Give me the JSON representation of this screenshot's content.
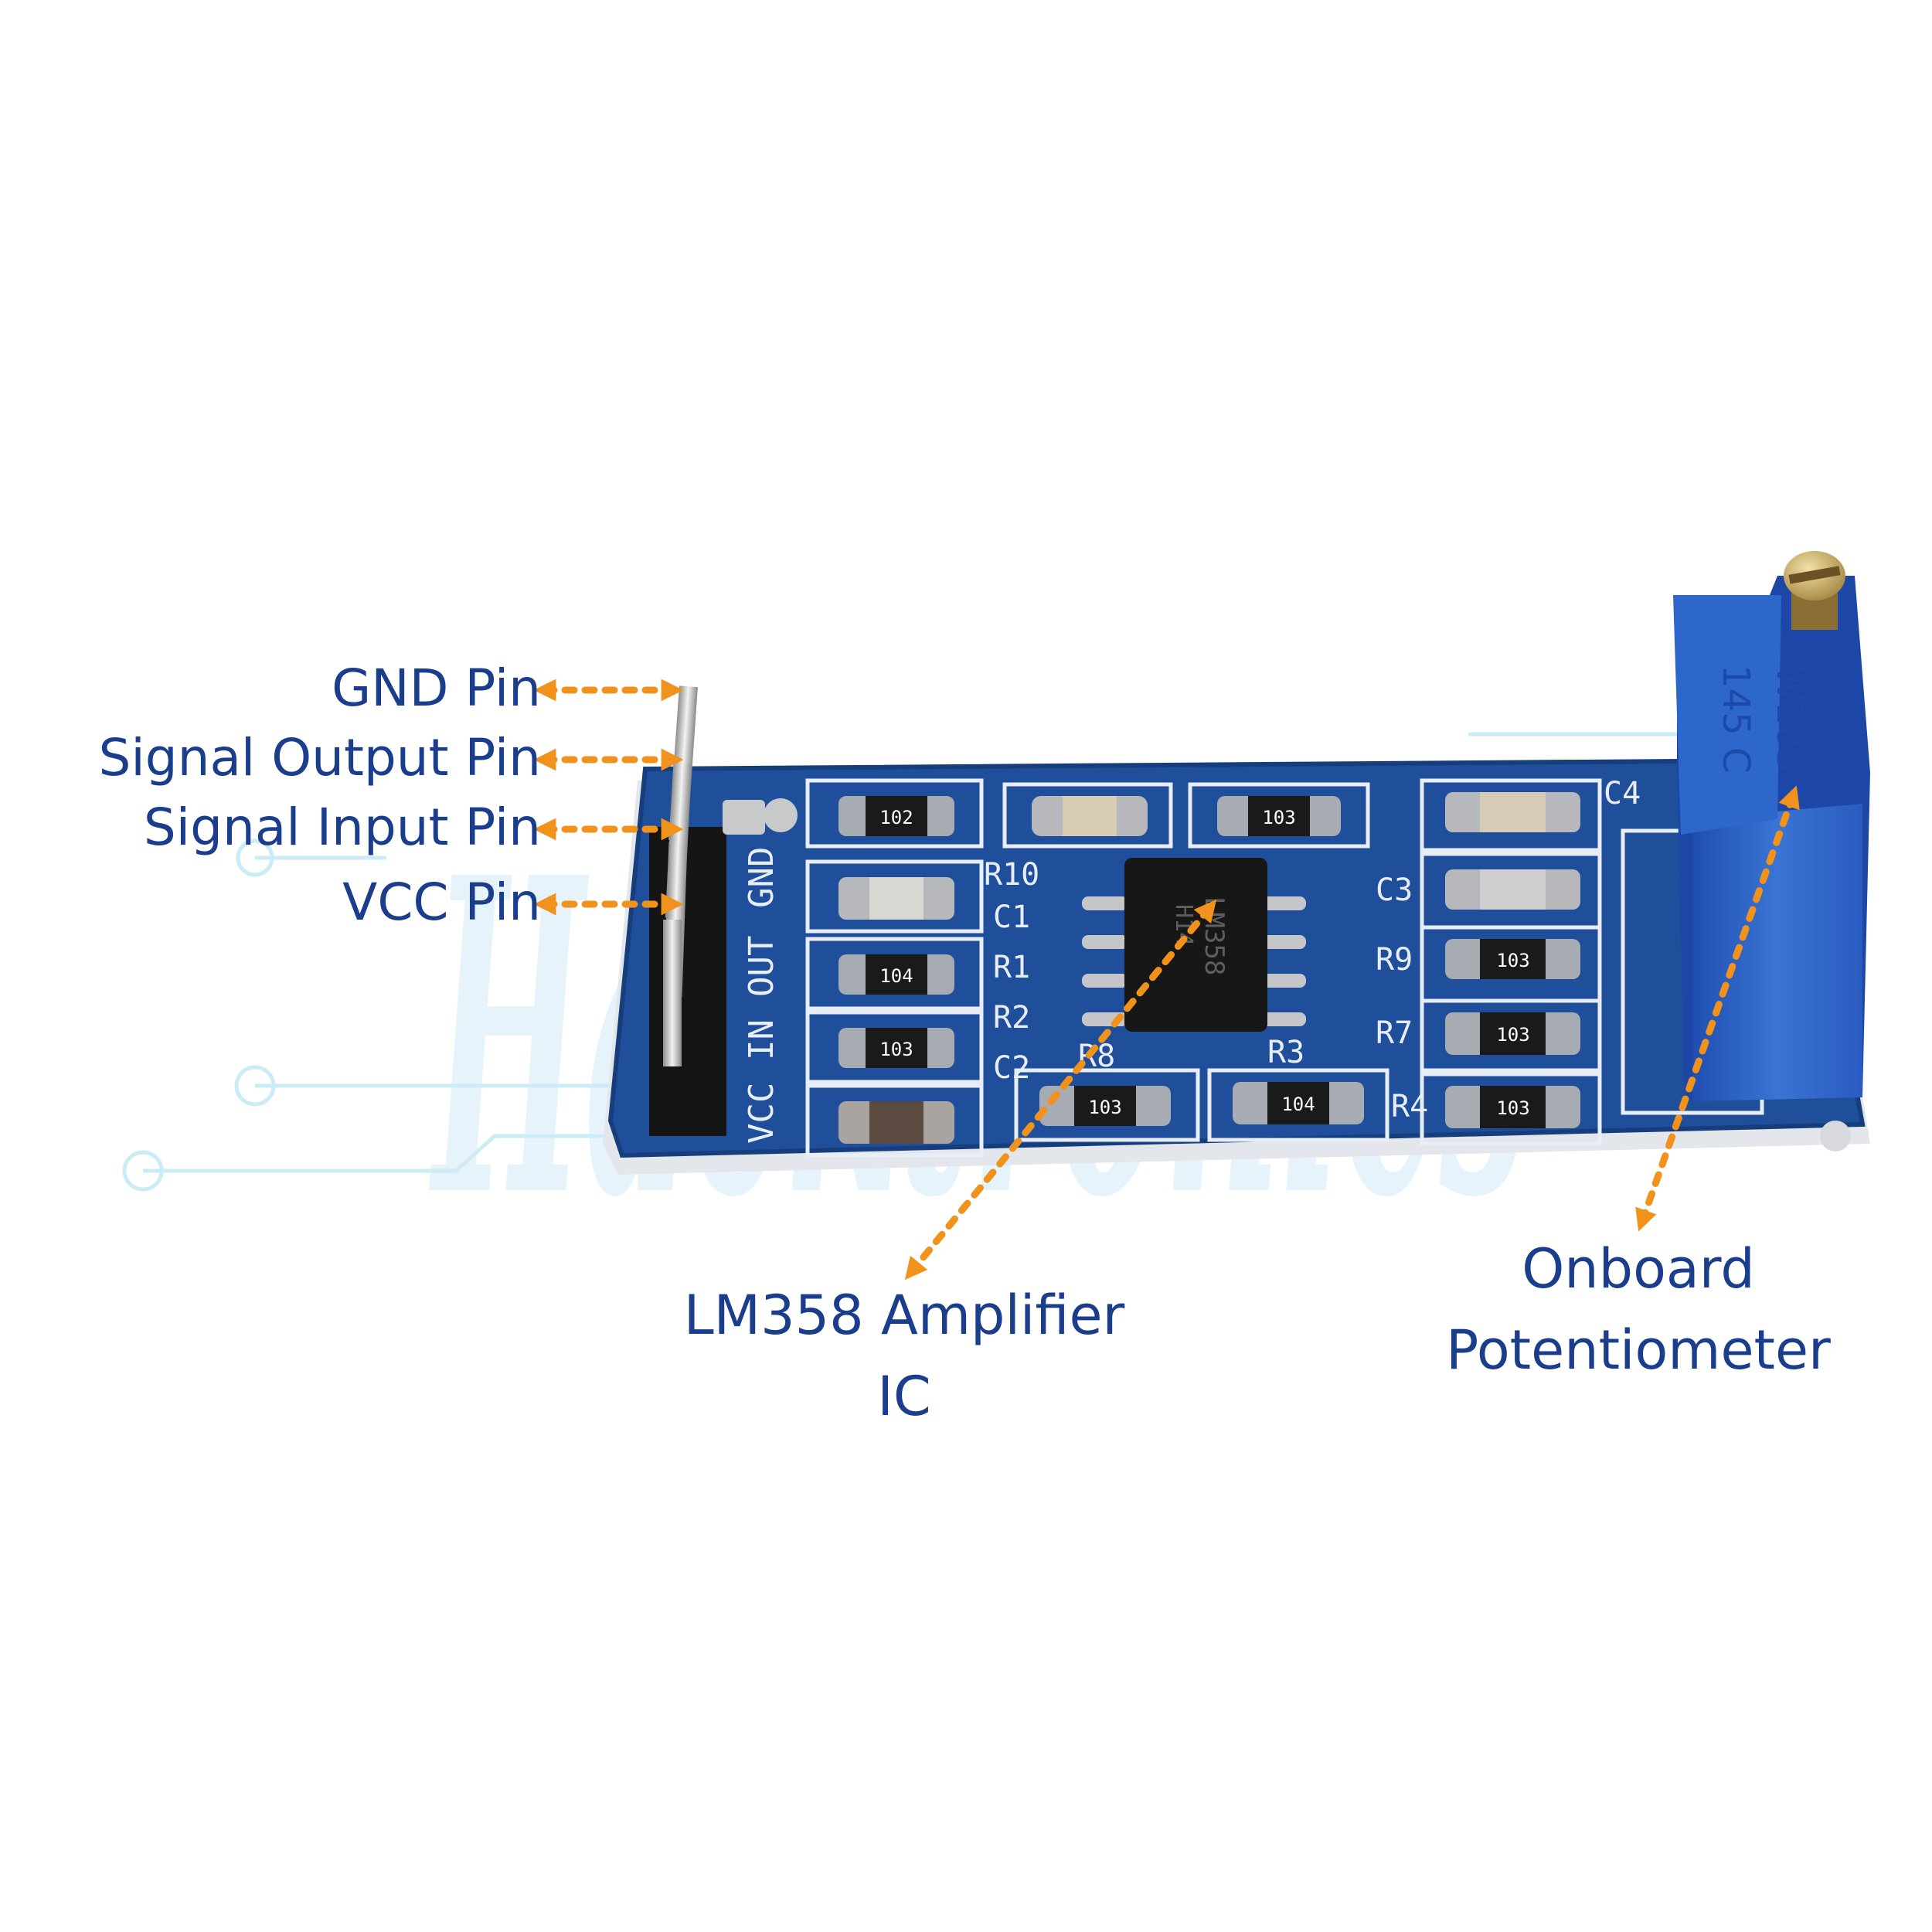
{
  "watermark": {
    "text": "Hacktronics"
  },
  "callouts": {
    "gnd_pin": "GND Pin",
    "signal_output_pin": "Signal Output Pin",
    "signal_input_pin": "Signal Input Pin",
    "vcc_pin": "VCC Pin",
    "amplifier_ic": [
      "LM358 Amplifier",
      "IC"
    ],
    "potentiometer": [
      "Onboard",
      "Potentiometer"
    ]
  },
  "board": {
    "header_labels": [
      "GND",
      "OUT",
      "IN",
      "VCC"
    ],
    "ref_designators": [
      "R10",
      "C1",
      "R1",
      "R2",
      "C2",
      "R8",
      "R3",
      "C3",
      "R9",
      "R7",
      "R4",
      "C4"
    ],
    "chip_codes": [
      "102",
      "104",
      "103",
      "103",
      "103",
      "104",
      "103",
      "103",
      "103"
    ],
    "ic_marking": [
      "LM358",
      "H14"
    ],
    "pot_marking": [
      "145 C",
      "W103"
    ]
  },
  "colors": {
    "label_text": "#1b3e8c",
    "arrow": "#f0921c",
    "pcb": "#1f4f9a",
    "pot_body": "#2f66c7",
    "circuit_trace": "#c9ecf7"
  }
}
